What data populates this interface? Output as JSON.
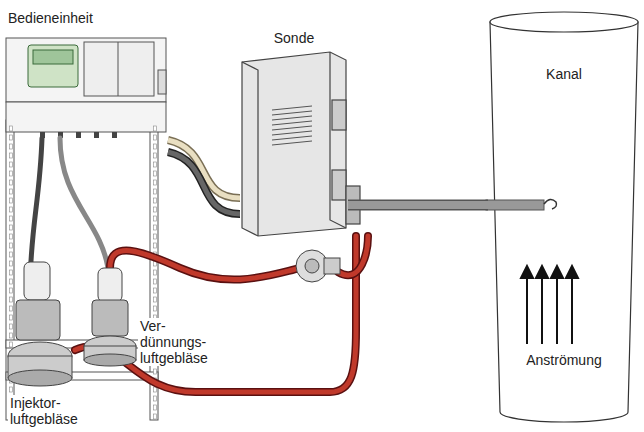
{
  "diagram": {
    "nodes": [
      {
        "text": [
          "Bedieneinheit"
        ]
      },
      {
        "text": [
          "Sonde"
        ]
      },
      {
        "text": [
          "Kanal",
          "Anströmung"
        ]
      }
    ],
    "edges": [
      {
        "from": 0,
        "to": 1,
        "arrow": "none"
      },
      {
        "from": 0,
        "to": 1,
        "arrow": "none"
      },
      {
        "from": 1,
        "to": 2,
        "arrow": "none"
      }
    ],
    "labels": [
      "Ver- dünnungs- luftgebläse",
      "Injektor- luftgebläse"
    ]
  }
}
